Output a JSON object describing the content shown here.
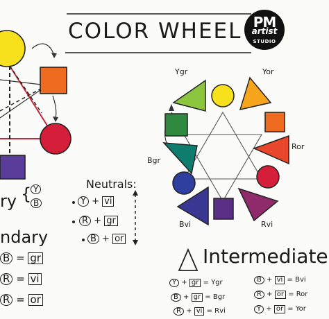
{
  "title": "COLOR WHEEL",
  "logo": {
    "line1": "PM",
    "line2": "artist",
    "line3": "STUDIO"
  },
  "wheel_labels": {
    "ygr": "Ygr",
    "yor": "Yor",
    "bgr": "Bgr",
    "ror": "Ror",
    "bvi": "Bvi",
    "rvi": "Rvi"
  },
  "neutrals": {
    "label": "Neutrals:",
    "rows": [
      {
        "a": "Y",
        "b": "vi"
      },
      {
        "a": "R",
        "b": "gr"
      },
      {
        "a": "B",
        "b": "or"
      }
    ]
  },
  "left_partial": {
    "primary_fragment": "ry",
    "primary_circles": [
      "Y",
      "B"
    ],
    "secondary_fragment": "ndary",
    "rows": [
      {
        "a": "B",
        "b": "gr"
      },
      {
        "a": "R",
        "b": "vi"
      },
      {
        "a": "R",
        "b": "or"
      }
    ]
  },
  "intermediate": {
    "heading": "Intermediate",
    "formulas": [
      {
        "a": "Y",
        "b": "gr",
        "result": "Ygr"
      },
      {
        "a": "B",
        "b": "gr",
        "result": "Bgr"
      },
      {
        "a": "R",
        "b": "vi",
        "result": "Rvi"
      },
      {
        "a": "B",
        "b": "vi",
        "result": "Bvi"
      },
      {
        "a": "R",
        "b": "or",
        "result": "Ror"
      },
      {
        "a": "Y",
        "b": "or",
        "result": "Yor"
      }
    ]
  },
  "colors": {
    "yellow": "#f7e11c",
    "orange": "#ee6b20",
    "red": "#d41e3a",
    "violet": "#5b2f86",
    "blue": "#2e3f9f",
    "green": "#2f8a3f",
    "yellow_green": "#8cc63f",
    "yellow_orange": "#f6a51d",
    "red_orange": "#e8472b",
    "red_violet": "#8f2a6b",
    "blue_violet": "#3a3792",
    "blue_green": "#0f7d6e",
    "left_violet": "#5a3d9a"
  }
}
